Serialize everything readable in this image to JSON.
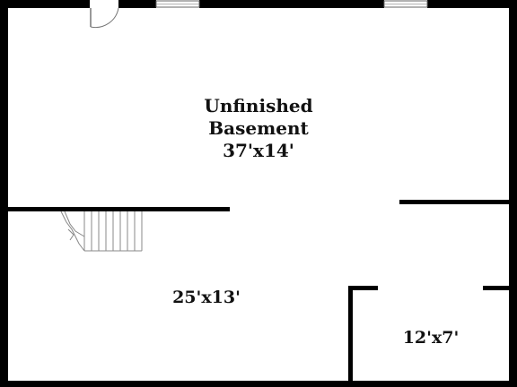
{
  "plan": {
    "wall_color": "#000000",
    "background_color": "#ffffff"
  },
  "rooms": {
    "unfinished_basement": {
      "name_line1": "Unfinished",
      "name_line2": "Basement",
      "dimensions": "37'x14'"
    },
    "middle_room": {
      "dimensions": "25'x13'"
    },
    "small_room": {
      "dimensions": "12'x7'"
    }
  }
}
